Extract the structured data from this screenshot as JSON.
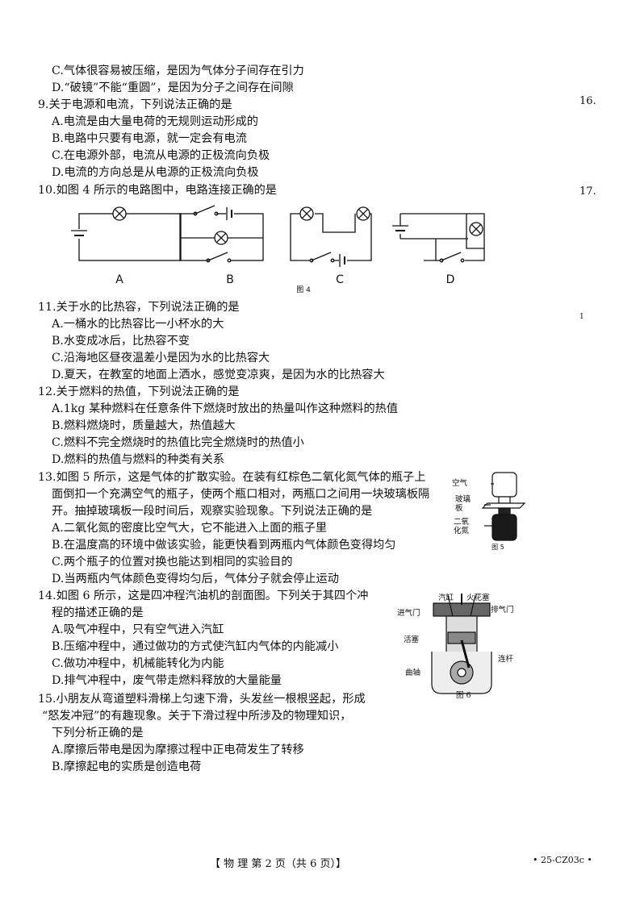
{
  "lines": {
    "l1": "C.气体很容易被压缩，是因为气体分子间存在引力",
    "l2": "D.“破镜”不能“重圆”，是因为分子之间存在间隙",
    "q9": "9.关于电源和电流，下列说法正确的是",
    "q9a": "A.电流是由大量电荷的无规则运动形成的",
    "q9b": "B.电路中只要有电源，就一定会有电流",
    "q9c": "C.在电源外部，电流从电源的正极流向负极",
    "q9d": "D.电流的方向总是从电源的正极流向负极",
    "q10": "10.如图 4 所示的电路图中，电路连接正确的是",
    "q11": "11.关于水的比热容，下列说法正确的是",
    "q11a": "A.一桶水的比热容比一小杯水的大",
    "q11b": "B.水变成冰后，比热容不变",
    "q11c": "C.沿海地区昼夜温差小是因为水的比热容大",
    "q11d": "D.夏天，在教室的地面上洒水，感觉变凉爽，是因为水的比热容大",
    "q12": "12.关于燃料的热值，下列说法正确的是",
    "q12a": "A.1kg 某种燃料在任意条件下燃烧时放出的热量叫作这种燃料的热值",
    "q12b": "B.燃料燃烧时，质量越大，热值越大",
    "q12c": "C.燃料不完全燃烧时的热值比完全燃烧时的热值小",
    "q12d": "D.燃料的热值与燃料的种类有关系",
    "q13_1": "13.如图 5 所示，这是气体的扩散实验。在装有红棕色二氧化氮气体的瓶子上",
    "q13_2": "面倒扣一个充满空气的瓶子，使两个瓶口相对，两瓶口之间用一块玻璃板隔",
    "q13_3": "开。抽掉玻璃板一段时间后，观察实验现象。下列说法正确的是",
    "q13a": "A.二氧化氮的密度比空气大，它不能进入上面的瓶子里",
    "q13b": "B.在温度高的环境中做该实验，能更快看到两瓶内气体颜色变得均匀",
    "q13c": "C.两个瓶子的位置对换也能达到相同的实验目的",
    "q13d": "D.当两瓶内气体颜色变得均匀后，气体分子就会停止运动",
    "q14_1": "14.如图 6 所示，这是四冲程汽油机的剖面图。下列关于其四个冲",
    "q14_2": "程的描述正确的是",
    "q14a": "A.吸气冲程中，只有空气进入汽缸",
    "q14b": "B.压缩冲程中，通过做功的方式使汽缸内气体的内能减小",
    "q14c": "C.做功冲程中，机械能转化为内能",
    "q14d": "D.排气冲程中，废气带走燃料释放的大量能量",
    "q15_1": "15.小朋友从弯道塑料滑梯上匀速下滑，头发丝一根根竖起，形成",
    "q15_2": "“怒发冲冠”的有趣现象。关于下滑过程中所涉及的物理知识，",
    "q15_3": "下列分析正确的是",
    "q15a": "A.摩擦后带电是因为摩擦过程中正电荷发生了转移",
    "q15b": "B.摩擦起电的实质是创造电荷"
  },
  "side": {
    "n16": "16.",
    "n17": "17.",
    "n1": "1"
  },
  "fig4": {
    "label_a": "A",
    "label_b": "B",
    "label_c": "C",
    "label_d": "D",
    "caption": "图 4"
  },
  "fig5": {
    "air": "空气",
    "glass": "玻璃板",
    "no2": "二氧化氮",
    "caption": "图 5"
  },
  "fig6": {
    "cylinder": "汽缸",
    "spark": "火花塞",
    "intake": "进气门",
    "exhaust": "排气门",
    "piston": "活塞",
    "rod": "连杆",
    "crank": "曲轴",
    "caption": "图 6"
  },
  "footer": {
    "center": "【 物 理   第 2 页（共 6 页）】",
    "code": "• 25-CZ03c •"
  }
}
